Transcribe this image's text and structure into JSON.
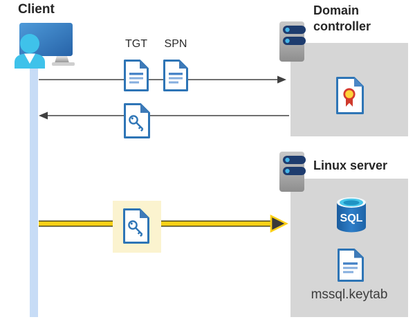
{
  "labels": {
    "client": "Client",
    "tgt": "TGT",
    "spn": "SPN",
    "domain_controller": "Domain controller",
    "linux_server": "Linux server",
    "sql": "SQL",
    "keytab_file": "mssql.keytab"
  },
  "icons": {
    "client": "user-at-monitor-icon",
    "lifeline": "client-lifeline-bar",
    "domain_controller": "server-icon",
    "linux_server": "server-icon",
    "tgt_document": "document-icon",
    "spn_document": "document-icon",
    "service_ticket": "key-document-icon",
    "connection_ticket": "key-document-icon",
    "certificate": "certificate-document-icon",
    "sql_database": "sql-database-icon",
    "keytab_document": "document-icon",
    "request_arrow": "right-arrow",
    "response_arrow": "left-arrow",
    "connection_arrow": "yellow-highlight-right-arrow"
  },
  "colors": {
    "doc-blue": "#2e75b6",
    "doc-fold": "#3e7ab8",
    "line-dark": "#4a86c8",
    "line-light": "#85aede",
    "person-cyan": "#3fc2ea",
    "monitor-blue-light": "#4e9ad9",
    "monitor-blue-dark": "#2763a8",
    "lifeline-blue": "#c7dcf6",
    "box-gray": "#d6d6d6",
    "pill-navy": "#1e3c6e",
    "dot-cyan": "#45b5e8",
    "arrow-gray": "#404040",
    "highlight-yellow": "#fbf3cf",
    "arrow-yellow": "#fdd017",
    "seal-yellow": "#ffd43b",
    "seal-red": "#d63a2f",
    "sql-blue": "#2e7ec8",
    "sql-cyan": "#49c7ea",
    "text-dark": "#262626"
  }
}
